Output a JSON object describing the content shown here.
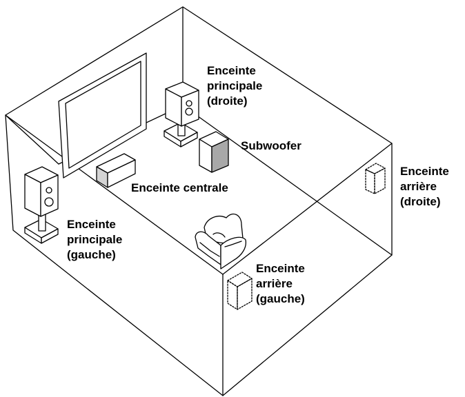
{
  "colors": {
    "line": "#000000",
    "background": "#ffffff",
    "shade_light": "#d4d4d4",
    "shade_dark": "#a8a8a8"
  },
  "labels": {
    "front_right": [
      "Enceinte",
      "principale",
      "(droite)"
    ],
    "subwoofer": [
      "Subwoofer"
    ],
    "center": [
      "Enceinte centrale"
    ],
    "front_left": [
      "Enceinte",
      "principale",
      "(gauche)"
    ],
    "rear_right": [
      "Enceinte",
      "arrière",
      "(droite)"
    ],
    "rear_left": [
      "Enceinte",
      "arrière",
      "(gauche)"
    ]
  }
}
